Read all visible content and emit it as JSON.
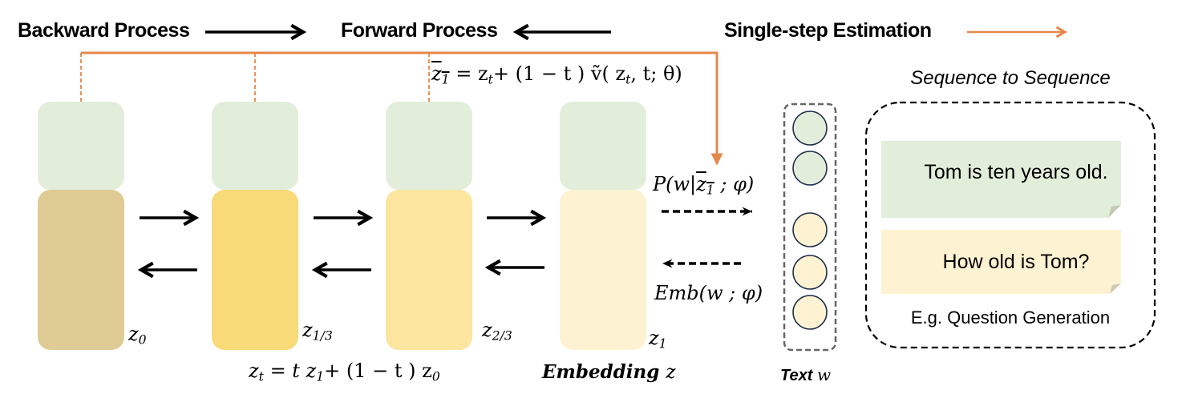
{
  "legend": {
    "backward_label": "Backward Process",
    "forward_label": "Forward Process",
    "single_step_label": "Single-step Estimation"
  },
  "colors": {
    "orange": "#E5874A",
    "green_cap": "#E2EEDA",
    "z0": "#DECC94",
    "z13": "#F8DA79",
    "z23": "#FBE59F",
    "z1": "#FDF2D2",
    "circle_green": "#E2EEDA",
    "circle_yellow": "#FDF2D2",
    "circle_stroke": "#1F2D4A",
    "note_green": "#E2EEDA",
    "note_yellow": "#FDF2D2"
  },
  "latents": [
    {
      "label": "z",
      "sub": "0"
    },
    {
      "label": "z",
      "sub": "1/3"
    },
    {
      "label": "z",
      "sub": "2/3"
    },
    {
      "label": "z",
      "sub": "1"
    }
  ],
  "formulas": {
    "estimate": "z̃₁ = zₜ + (1 − t) ṽ(zₜ, t; θ)",
    "estimate_parts": {
      "lhs": "z",
      "lhs_sub": "1",
      "eq": " = z",
      "t_sub": "t",
      "rest": "+ (1 − t ) ṽ( z",
      "t_sub2": "t",
      "tail": ", t; θ)"
    },
    "interp_parts": {
      "a": "z",
      "a_sub": "t",
      "b": " = t z",
      "b_sub": "1",
      "c": "+ (1 − t ) z",
      "c_sub": "0"
    },
    "decode_parts": {
      "a": "P(w|",
      "b": "z",
      "b_sub": "1",
      "c": " ; φ)"
    },
    "encode": "Emb(w ; φ)"
  },
  "labels": {
    "embedding": "Embedding",
    "embedding_var": "z",
    "text": "Text",
    "text_var": "w"
  },
  "seq2seq": {
    "title": "Sequence to Sequence",
    "source": "Tom is ten years old.",
    "target": "How old is Tom?",
    "caption": "E.g. Question Generation"
  },
  "text_tokens": [
    "green",
    "green",
    "yellow",
    "yellow",
    "yellow"
  ]
}
